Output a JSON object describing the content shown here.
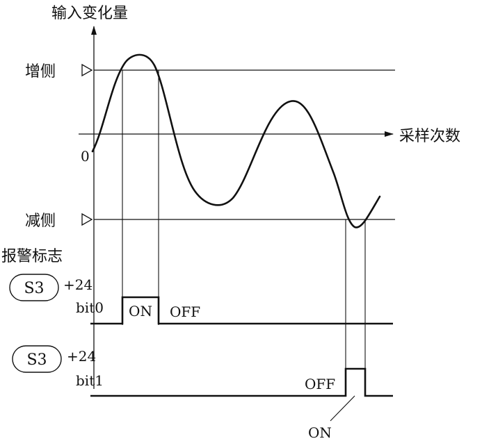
{
  "axes": {
    "y_label": "输入变化量",
    "x_label": "采样次数",
    "origin_label": "0"
  },
  "thresholds": {
    "upper_label": "增侧",
    "lower_label": "减侧"
  },
  "alarm": {
    "title": "报警标志",
    "flag1": {
      "register": "S3",
      "offset": "+24",
      "bit": "bit0",
      "on_label": "ON",
      "off_label": "OFF"
    },
    "flag2": {
      "register": "S3",
      "offset": "+24",
      "bit": "bit1",
      "off_label": "OFF",
      "on_label": "ON"
    }
  },
  "colors": {
    "ink": "#111111"
  }
}
